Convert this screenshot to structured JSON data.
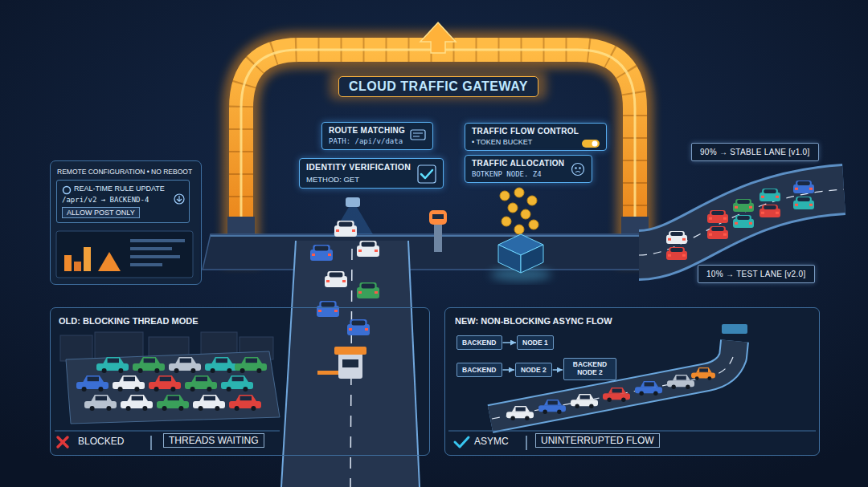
{
  "diagram": {
    "title": "CLOUD TRAFFIC GATEWAY",
    "nodes": [
      {
        "text": [
          "REMOTE CONFIGURATION • NO REBOOT"
        ]
      },
      {
        "text": [
          "REAL-TIME RULE UPDATE",
          "/apri/v2 → BACKEND-4",
          "ALLOW POST ONLY"
        ],
        "in": 0
      },
      {
        "text": [
          "ROUTE MATCHING",
          "PATH: /api/v/data"
        ]
      },
      {
        "text": [
          "IDENTITY VERIFICATION",
          "METHOD: GET"
        ]
      },
      {
        "text": [
          "TRAFFIC FLOW CONTROL",
          "• TOKEN BUCKET"
        ]
      },
      {
        "text": [
          "TRAFFIC ALLOCATION",
          "BOTKENP NODE. Z4"
        ]
      },
      {
        "text": [
          "90% → STABLE LANE [v1.0]"
        ]
      },
      {
        "text": [
          "10% → TEST LANE [v2.0]"
        ]
      },
      {
        "text": [
          "OLD: BLOCKING THREAD MODE",
          "BLOCKED",
          "THREADS WAITING"
        ]
      },
      {
        "text": [
          "NEW: NON-BLOCKING ASYNC FLOW",
          "ASYMC",
          "UNINTERRUPTED FLOW"
        ]
      },
      {
        "text": [
          "BACKEND"
        ],
        "in": 9
      },
      {
        "text": [
          "NODE 1"
        ],
        "in": 9
      },
      {
        "text": [
          "BACKEND"
        ],
        "in": 9
      },
      {
        "text": [
          "NODE 2"
        ],
        "in": 9
      },
      {
        "text": [
          "BACKEND NODE 2"
        ],
        "in": 9
      }
    ],
    "edges": [
      {
        "from": 10,
        "to": 11,
        "arrow": "to"
      },
      {
        "from": 12,
        "to": 13,
        "arrow": "to"
      },
      {
        "from": 13,
        "to": 14,
        "arrow": "to"
      }
    ]
  }
}
